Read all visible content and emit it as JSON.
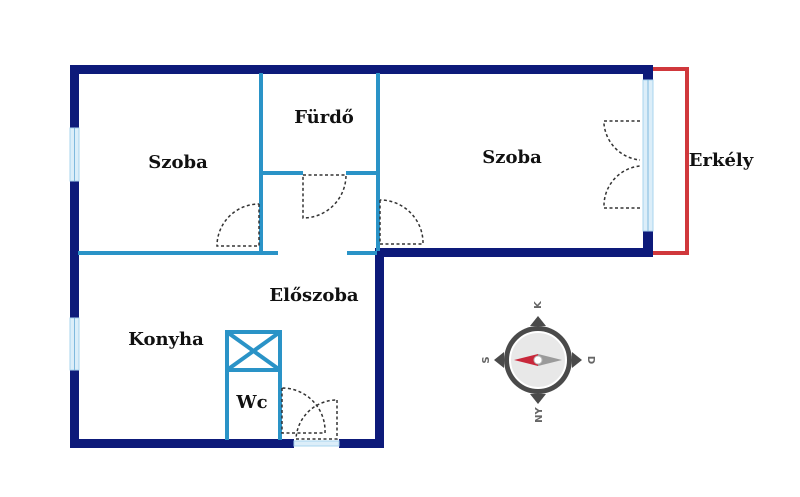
{
  "rooms": {
    "szoba_left": "Szoba",
    "furdo": "Fürdő",
    "szoba_right": "Szoba",
    "erkely": "Erkély",
    "eloszoba": "Előszoba",
    "konyha": "Konyha",
    "wc": "Wc"
  },
  "compass": {
    "north": "K",
    "east": "D",
    "south": "NY",
    "west": "S"
  },
  "colors": {
    "outer_wall": "#0d1a7a",
    "inner_wall": "#2a93c7",
    "balcony": "#d0383c",
    "window": "#a9d4ee",
    "door_arc": "#333333",
    "compass_ring": "#4a4a4a",
    "needle_red": "#c8283b",
    "needle_gray": "#9a9a9a"
  }
}
